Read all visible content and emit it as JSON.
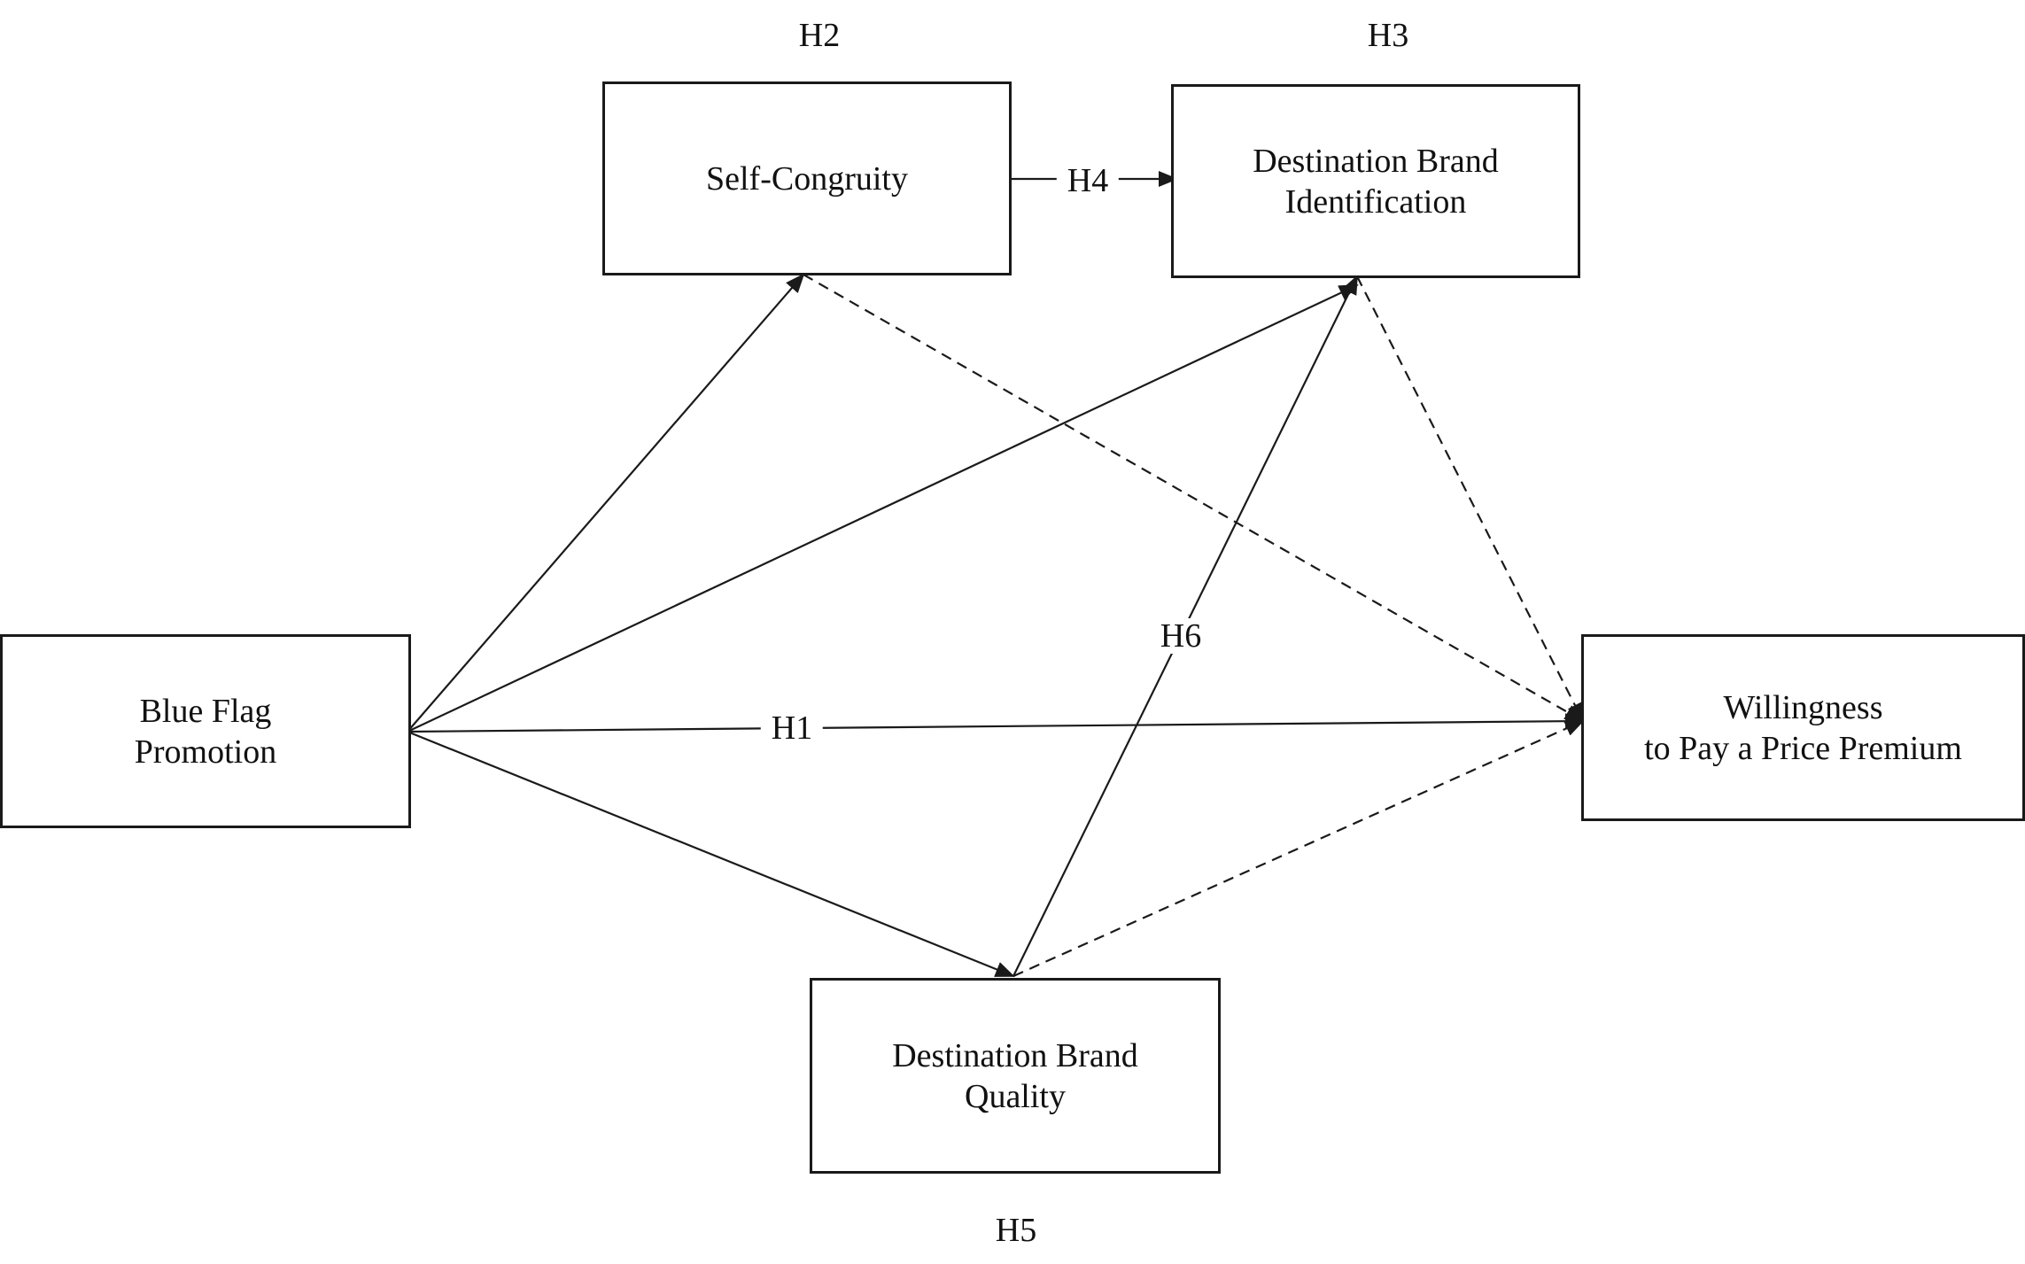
{
  "nodes": {
    "self_congruity": {
      "lines": [
        "Self-Congruity"
      ]
    },
    "brand_identification": {
      "lines": [
        "Destination Brand",
        "Identification"
      ]
    },
    "blue_flag": {
      "lines": [
        "Blue Flag",
        "Promotion"
      ]
    },
    "willingness": {
      "lines": [
        "Willingness",
        "to Pay a Price Premium"
      ]
    },
    "brand_quality": {
      "lines": [
        "Destination Brand",
        "Quality"
      ]
    }
  },
  "hypotheses": {
    "h1": "H1",
    "h2": "H2",
    "h3": "H3",
    "h4": "H4",
    "h5": "H5",
    "h6": "H6"
  },
  "paths": [
    {
      "from": "blue_flag",
      "to": "self_congruity",
      "style": "solid"
    },
    {
      "from": "blue_flag",
      "to": "brand_identification",
      "style": "solid"
    },
    {
      "from": "blue_flag",
      "to": "willingness",
      "style": "solid",
      "label": "H1"
    },
    {
      "from": "blue_flag",
      "to": "brand_quality",
      "style": "solid"
    },
    {
      "from": "self_congruity",
      "to": "brand_identification",
      "style": "solid",
      "label": "H4"
    },
    {
      "from": "brand_quality",
      "to": "brand_identification",
      "style": "solid",
      "label": "H6"
    },
    {
      "from": "self_congruity",
      "to": "willingness",
      "style": "dashed"
    },
    {
      "from": "brand_identification",
      "to": "willingness",
      "style": "dashed"
    },
    {
      "from": "brand_quality",
      "to": "willingness",
      "style": "dashed"
    }
  ]
}
